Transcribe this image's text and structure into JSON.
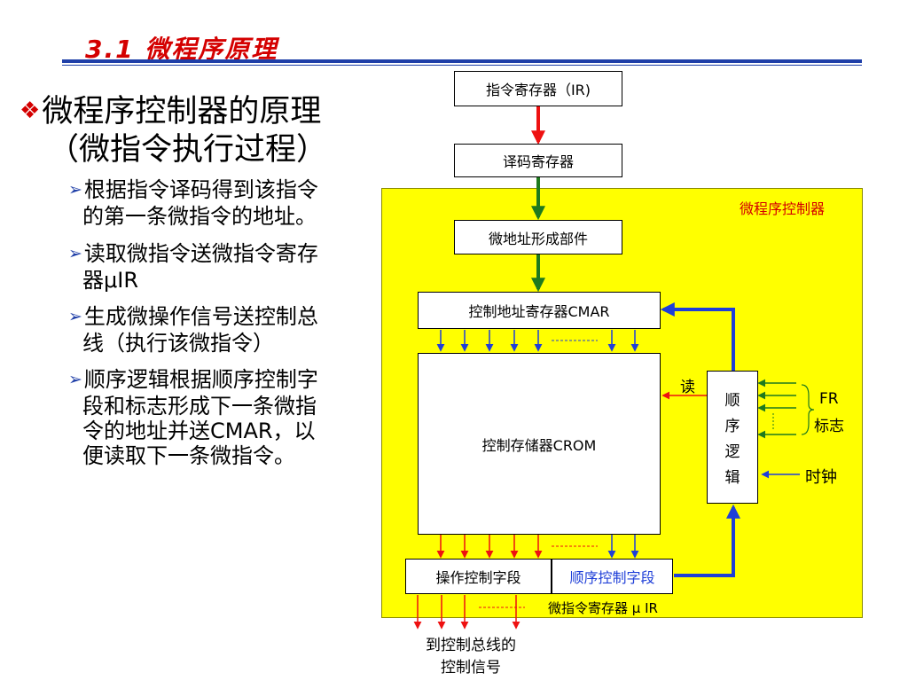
{
  "slide": {
    "title": "3.1  微程序原理",
    "heading_bullet": "❖",
    "heading_line1": "微程序控制器的原理",
    "heading_line2": "（微指令执行过程）",
    "points": [
      {
        "arrow": "➢",
        "lines": [
          "根据指令译码得到该指令",
          "的第一条微指令的地址。"
        ]
      },
      {
        "arrow": "➢",
        "lines": [
          "读取微指令送微指令寄存",
          "器μIR"
        ]
      },
      {
        "arrow": "➢",
        "lines": [
          "生成微操作信号送控制总",
          "线（执行该微指令）"
        ]
      },
      {
        "arrow": "➢",
        "lines": [
          "顺序逻辑根据顺序控制字",
          "段和标志形成下一条微指",
          "令的地址并送CMAR，以",
          "便读取下一条微指令。"
        ]
      }
    ]
  },
  "diagram": {
    "panel_label": "微程序控制器",
    "ir_label": "指令寄存器（IR)",
    "decoder_label": "译码寄存器",
    "addr_former_label": "微地址形成部件",
    "cmar_label": "控制地址寄存器CMAR",
    "crom_label": "控制存储器CROM",
    "seq_logic_chars": [
      "顺",
      "序",
      "逻",
      "辑"
    ],
    "read_label": "读",
    "fr_label": "FR",
    "flag_label": "标志",
    "clock_label": "时钟",
    "op_field_label": "操作控制字段",
    "seq_field_label": "顺序控制字段",
    "uir_label": "微指令寄存器 μ IR",
    "bus_line1": "到控制总线的",
    "bus_line2": "控制信号"
  },
  "colors": {
    "title_red": "#d40000",
    "rule_blue": "#1f3fa8",
    "panel_yellow": "#ffff00",
    "arrow_red": "#ee1111",
    "arrow_green": "#1e7a1e",
    "arrow_blue": "#1f3fd8"
  }
}
